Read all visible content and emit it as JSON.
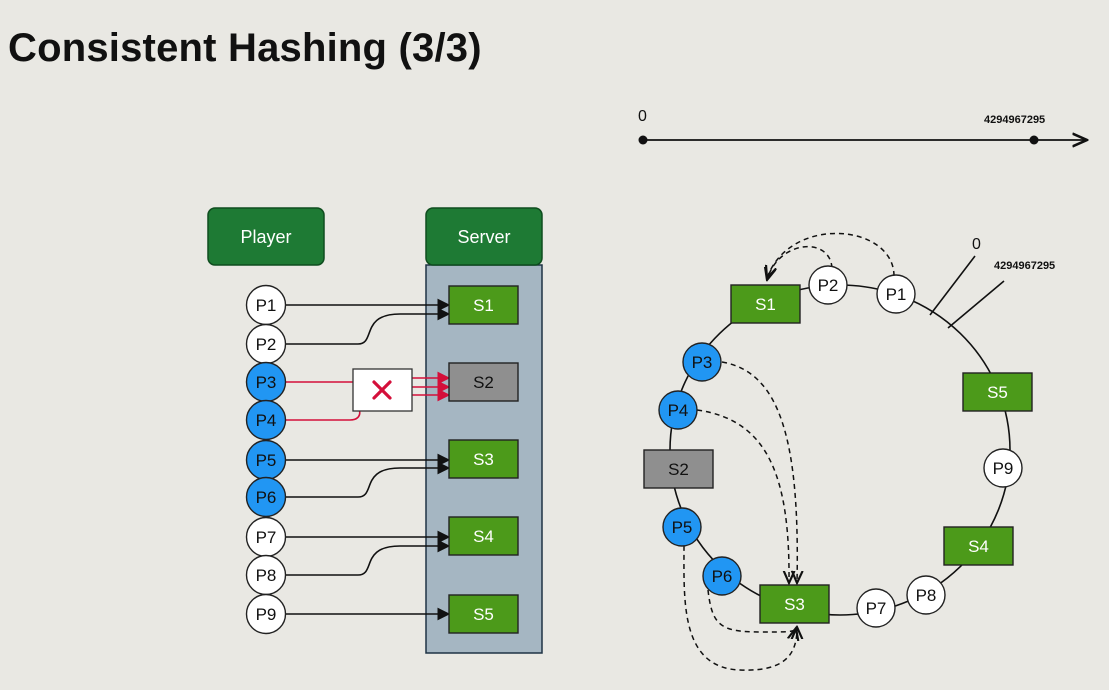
{
  "slide": {
    "title": "Consistent Hashing (3/3)"
  },
  "colors": {
    "server_green": "#4c9a1a",
    "header_green": "#1e7a34",
    "failed_grey": "#8f8f8f",
    "active_player_blue": "#2196f3",
    "failure_red": "#d40f3a",
    "server_column_bg": "#a5b6c2"
  },
  "left_mapping": {
    "player_header": "Player",
    "server_header": "Server",
    "players": [
      "P1",
      "P2",
      "P3",
      "P4",
      "P5",
      "P6",
      "P7",
      "P8",
      "P9"
    ],
    "highlighted_players": [
      "P3",
      "P4",
      "P5",
      "P6"
    ],
    "servers": [
      "S1",
      "S2",
      "S3",
      "S4",
      "S5"
    ],
    "failed_server": "S2",
    "failure_icon": "red-x-icon",
    "links": [
      {
        "from": "P1",
        "to": "S1"
      },
      {
        "from": "P2",
        "to": "S1"
      },
      {
        "from": "P3",
        "to": "S2",
        "status": "failed"
      },
      {
        "from": "P4",
        "to": "S2",
        "status": "failed"
      },
      {
        "from": "P5",
        "to": "S3"
      },
      {
        "from": "P6",
        "to": "S3"
      },
      {
        "from": "P7",
        "to": "S4"
      },
      {
        "from": "P8",
        "to": "S4"
      },
      {
        "from": "P9",
        "to": "S5"
      }
    ]
  },
  "hash_range": {
    "min_label": "0",
    "max_label": "4294967295"
  },
  "ring": {
    "zero_label": "0",
    "max_label": "4294967295",
    "servers": [
      "S1",
      "S5",
      "S4",
      "S3",
      "S2"
    ],
    "players": [
      "P1",
      "P2",
      "P3",
      "P4",
      "P5",
      "P6",
      "P7",
      "P8",
      "P9"
    ],
    "remaps": [
      {
        "from": "P1",
        "to": "S1"
      },
      {
        "from": "P2",
        "to": "S1"
      },
      {
        "from": "P3",
        "to": "S3"
      },
      {
        "from": "P4",
        "to": "S3"
      },
      {
        "from": "P5",
        "to": "S3"
      },
      {
        "from": "P6",
        "to": "S3"
      }
    ]
  }
}
